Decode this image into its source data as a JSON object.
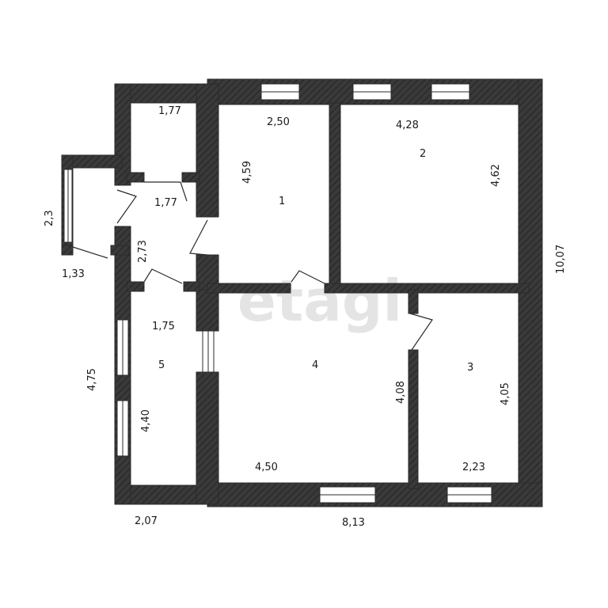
{
  "watermark": "etagi",
  "rooms": {
    "r1": "1",
    "r2": "2",
    "r3": "3",
    "r4": "4",
    "r5": "5"
  },
  "dimensions": {
    "top_small_room": "1,77",
    "hall_width": "1,77",
    "hall_height": "2,73",
    "room1_width": "2,50",
    "room1_height": "4,59",
    "room2_width": "4,28",
    "room2_height": "4,62",
    "overall_height": "10,07",
    "porch_height": "2,3",
    "porch_width": "1,33",
    "room5_width": "1,75",
    "room5_height": "4,40",
    "left_height": "4,75",
    "room4_width": "4,50",
    "room4_height": "4,08",
    "room3_width": "2,23",
    "room3_height": "4,05",
    "bottom_left_width": "2,07",
    "bottom_width": "8,13"
  }
}
